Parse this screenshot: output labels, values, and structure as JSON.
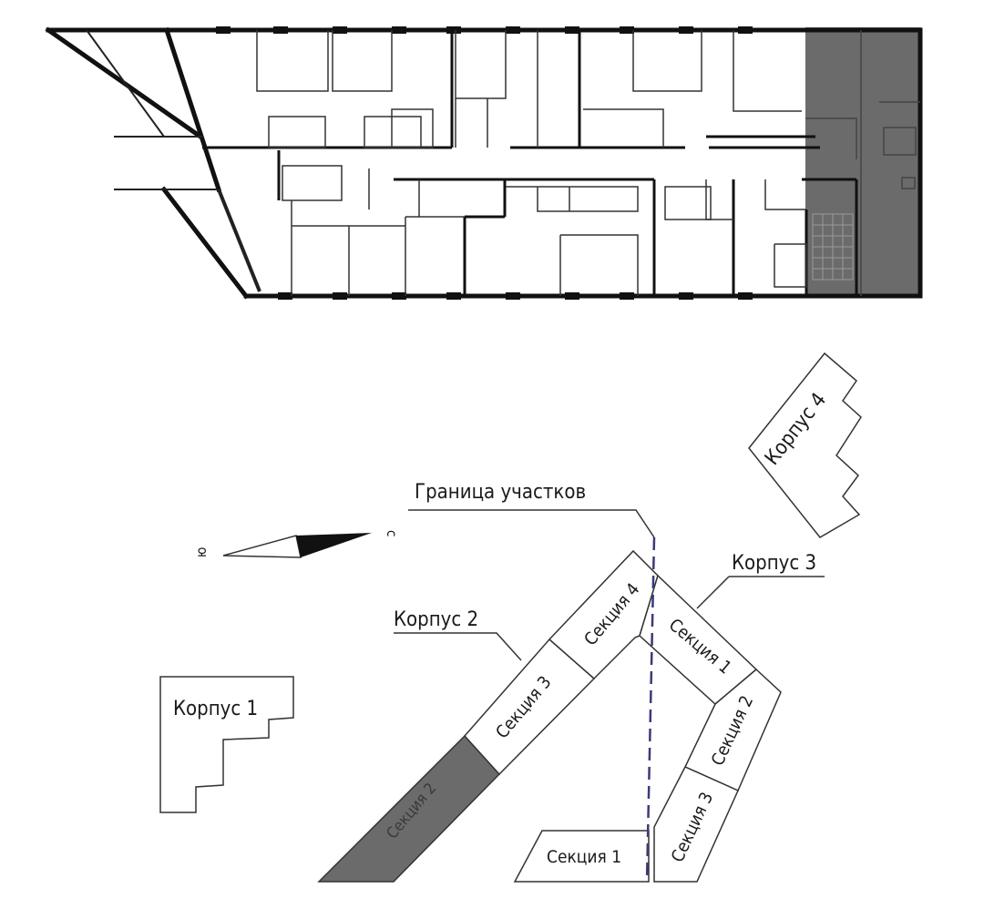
{
  "colors": {
    "wall": "#111111",
    "thin": "#333333",
    "highlight": "#6b6b6b",
    "boundary": "#3a3a7a",
    "background": "#ffffff"
  },
  "icons": {
    "north_arrow": "compass-needle-icon"
  },
  "labels": {
    "border": "Граница участков",
    "k1": "Корпус 1",
    "k2": "Корпус 2",
    "k3": "Корпус 3",
    "k4": "Корпус 4",
    "k2s2": "Секция 2",
    "k2s3": "Секция 3",
    "k2s4": "Секция 4",
    "k3s1": "Секция 1",
    "k3s2": "Секция 2",
    "k3s3": "Секция 3",
    "s1_lower": "Секция 1",
    "compass_south": "ю",
    "compass_north": "с"
  },
  "highlighted": {
    "floorplan_section": "right-end",
    "site_section": "Секция 2"
  }
}
